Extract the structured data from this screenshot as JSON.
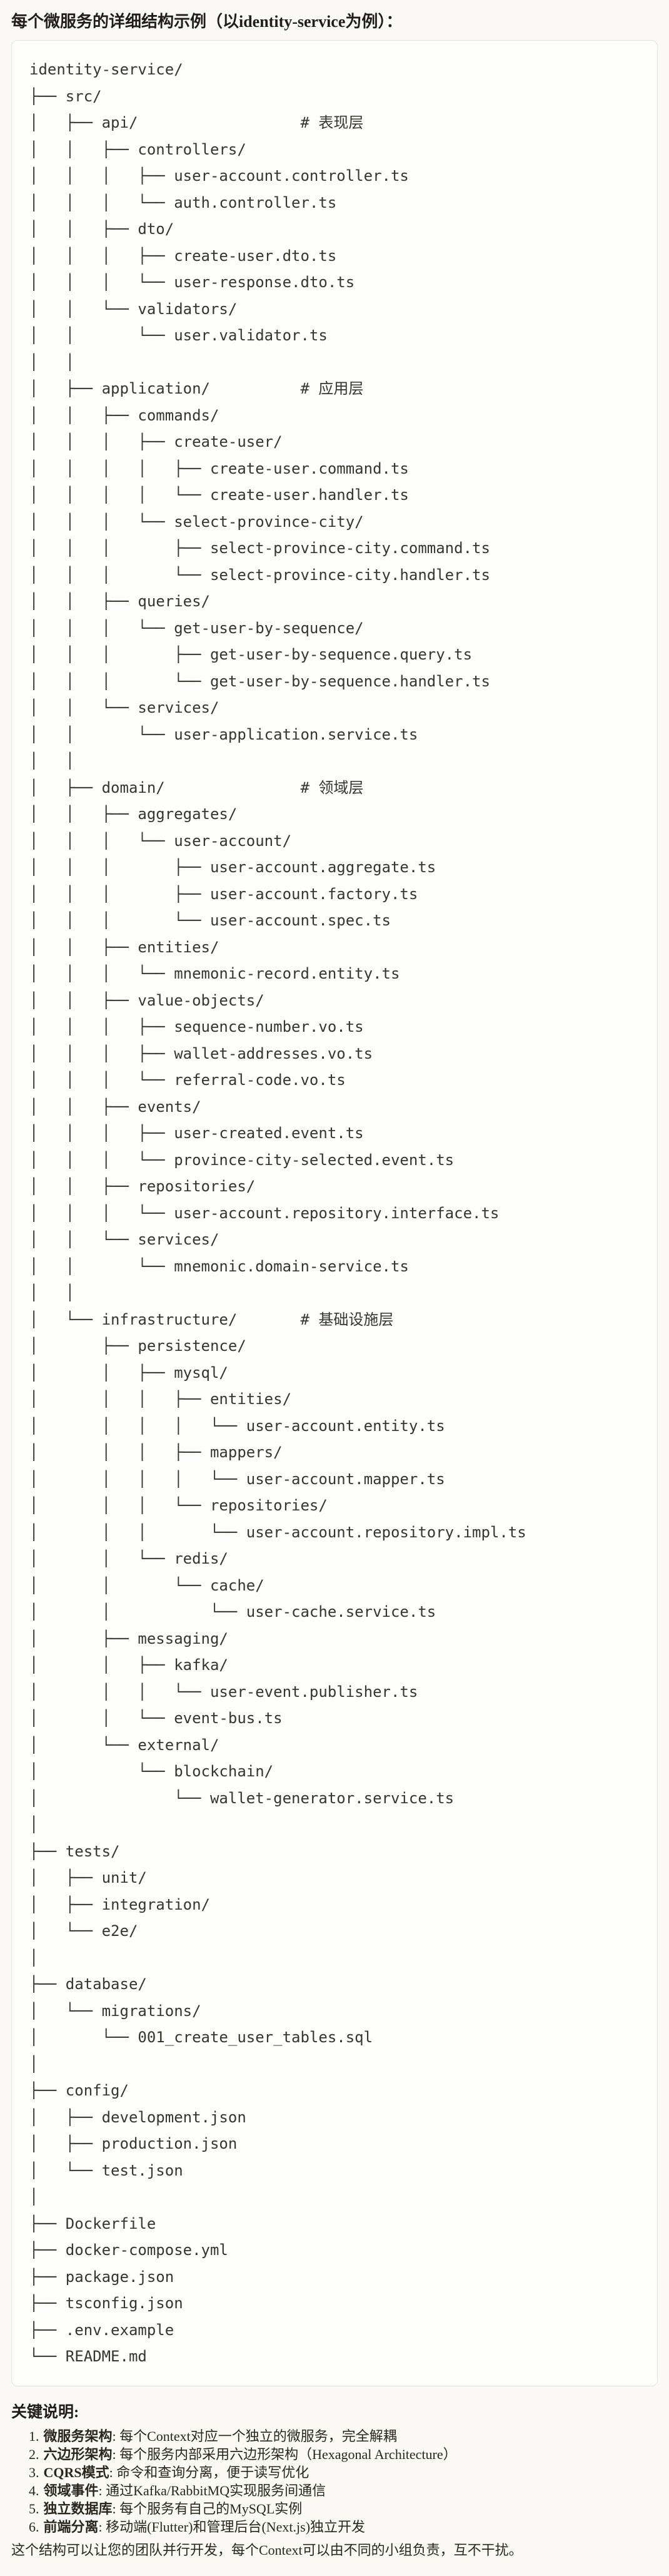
{
  "page": {
    "title": "每个微服务的详细结构示例（以identity-service为例）："
  },
  "colors": {
    "page_bg": "#FAF9F5",
    "code_bg": "#FDFDFB",
    "code_border": "#E4E2DA",
    "text": "#29281F",
    "code_text": "#36352F"
  },
  "code_block": {
    "lines": [
      "identity-service/",
      "├── src/",
      "│   ├── api/                  # 表现层",
      "│   │   ├── controllers/",
      "│   │   │   ├── user-account.controller.ts",
      "│   │   │   └── auth.controller.ts",
      "│   │   ├── dto/",
      "│   │   │   ├── create-user.dto.ts",
      "│   │   │   └── user-response.dto.ts",
      "│   │   └── validators/",
      "│   │       └── user.validator.ts",
      "│   │",
      "│   ├── application/          # 应用层",
      "│   │   ├── commands/",
      "│   │   │   ├── create-user/",
      "│   │   │   │   ├── create-user.command.ts",
      "│   │   │   │   └── create-user.handler.ts",
      "│   │   │   └── select-province-city/",
      "│   │   │       ├── select-province-city.command.ts",
      "│   │   │       └── select-province-city.handler.ts",
      "│   │   ├── queries/",
      "│   │   │   └── get-user-by-sequence/",
      "│   │   │       ├── get-user-by-sequence.query.ts",
      "│   │   │       └── get-user-by-sequence.handler.ts",
      "│   │   └── services/",
      "│   │       └── user-application.service.ts",
      "│   │",
      "│   ├── domain/               # 领域层",
      "│   │   ├── aggregates/",
      "│   │   │   └── user-account/",
      "│   │   │       ├── user-account.aggregate.ts",
      "│   │   │       ├── user-account.factory.ts",
      "│   │   │       └── user-account.spec.ts",
      "│   │   ├── entities/",
      "│   │   │   └── mnemonic-record.entity.ts",
      "│   │   ├── value-objects/",
      "│   │   │   ├── sequence-number.vo.ts",
      "│   │   │   ├── wallet-addresses.vo.ts",
      "│   │   │   └── referral-code.vo.ts",
      "│   │   ├── events/",
      "│   │   │   ├── user-created.event.ts",
      "│   │   │   └── province-city-selected.event.ts",
      "│   │   ├── repositories/",
      "│   │   │   └── user-account.repository.interface.ts",
      "│   │   └── services/",
      "│   │       └── mnemonic.domain-service.ts",
      "│   │",
      "│   └── infrastructure/       # 基础设施层",
      "│       ├── persistence/",
      "│       │   ├── mysql/",
      "│       │   │   ├── entities/",
      "│       │   │   │   └── user-account.entity.ts",
      "│       │   │   ├── mappers/",
      "│       │   │   │   └── user-account.mapper.ts",
      "│       │   │   └── repositories/",
      "│       │   │       └── user-account.repository.impl.ts",
      "│       │   └── redis/",
      "│       │       └── cache/",
      "│       │           └── user-cache.service.ts",
      "│       ├── messaging/",
      "│       │   ├── kafka/",
      "│       │   │   └── user-event.publisher.ts",
      "│       │   └── event-bus.ts",
      "│       └── external/",
      "│           └── blockchain/",
      "│               └── wallet-generator.service.ts",
      "│",
      "├── tests/",
      "│   ├── unit/",
      "│   ├── integration/",
      "│   └── e2e/",
      "│",
      "├── database/",
      "│   └── migrations/",
      "│       └── 001_create_user_tables.sql",
      "│",
      "├── config/",
      "│   ├── development.json",
      "│   ├── production.json",
      "│   └── test.json",
      "│",
      "├── Dockerfile",
      "├── docker-compose.yml",
      "├── package.json",
      "├── tsconfig.json",
      "├── .env.example",
      "└── README.md"
    ]
  },
  "notes": {
    "heading": "关键说明:",
    "items": [
      {
        "num": "1.",
        "term": "微服务架构",
        "text": ": 每个Context对应一个独立的微服务，完全解耦"
      },
      {
        "num": "2.",
        "term": "六边形架构",
        "text": ": 每个服务内部采用六边形架构（Hexagonal Architecture）"
      },
      {
        "num": "3.",
        "term": "CQRS模式",
        "text": ": 命令和查询分离，便于读写优化"
      },
      {
        "num": "4.",
        "term": "领域事件",
        "text": ": 通过Kafka/RabbitMQ实现服务间通信"
      },
      {
        "num": "5.",
        "term": "独立数据库",
        "text": ": 每个服务有自己的MySQL实例"
      },
      {
        "num": "6.",
        "term": "前端分离",
        "text": ": 移动端(Flutter)和管理后台(Next.js)独立开发"
      }
    ],
    "footer": "这个结构可以让您的团队并行开发，每个Context可以由不同的小组负责，互不干扰。"
  }
}
